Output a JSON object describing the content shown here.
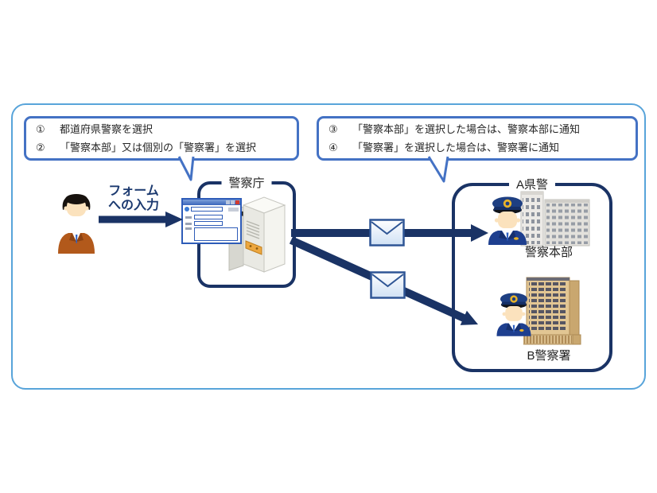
{
  "callouts": {
    "left": {
      "items": [
        {
          "num": "①",
          "text": "都道府県警察を選択"
        },
        {
          "num": "②",
          "text": "「警察本部」又は個別の「警察署」を選択"
        }
      ]
    },
    "right": {
      "items": [
        {
          "num": "③",
          "text": "「警察本部」を選択した場合は、警察本部に通知"
        },
        {
          "num": "④",
          "text": "「警察署」を選択した場合は、警察署に通知"
        }
      ]
    }
  },
  "actor": {
    "action_line1": "フォーム",
    "action_line2": "への入力"
  },
  "boxes": {
    "npa_label": "警察庁",
    "pref_label": "A県警"
  },
  "destinations": {
    "hq_label": "警察本部",
    "station_label": "B警察署"
  },
  "icons": {
    "person": "user-person-icon",
    "form_window": "form-window-icon",
    "server": "server-icon",
    "mail": "envelope-icon",
    "officer": "police-officer-icon",
    "hq_building": "office-building-icon",
    "station_building": "police-station-building-icon"
  },
  "colors": {
    "outer_frame": "#58a4da",
    "callout_border": "#4472c4",
    "diagram_navy": "#1a3365",
    "action_text": "#1c3a70",
    "text": "#262626"
  }
}
